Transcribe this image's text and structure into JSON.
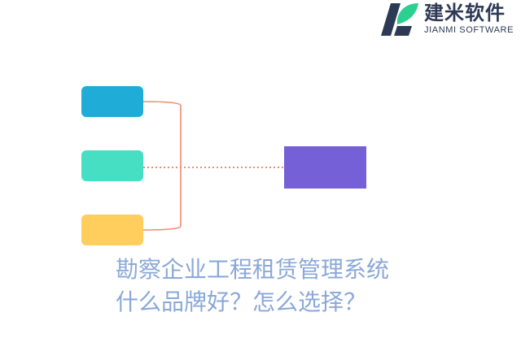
{
  "logo": {
    "name_cn": "建米软件",
    "name_en": "JIANMI SOFTWARE",
    "colors": {
      "dark": "#2c3a55",
      "green": "#2bcf8f"
    }
  },
  "diagram": {
    "nodes": [
      {
        "id": "source-1",
        "label": "",
        "color": "#1fadd7"
      },
      {
        "id": "source-2",
        "label": "",
        "color": "#47dfc3"
      },
      {
        "id": "source-3",
        "label": "",
        "color": "#ffce5c"
      },
      {
        "id": "target",
        "label": "",
        "color": "#7560d8"
      }
    ],
    "connector_color": "#ef8b73"
  },
  "title": {
    "line1": "勘察企业工程租赁管理系统",
    "line2": "什么品牌好？怎么选择？",
    "color": "#8aa8d8"
  }
}
